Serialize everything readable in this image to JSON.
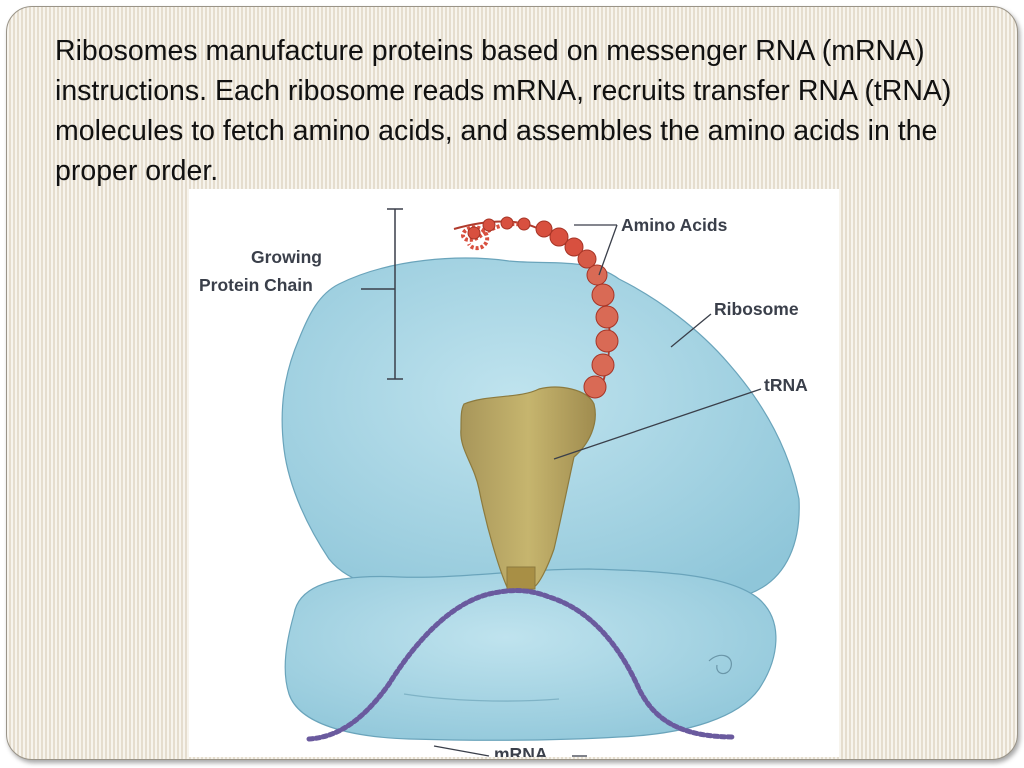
{
  "slide": {
    "paragraph": "Ribosomes manufacture proteins based on messenger RNA (mRNA) instructions. Each ribosome reads mRNA, recruits transfer RNA (tRNA) molecules to fetch amino acids, and assembles the amino acids in the proper order."
  },
  "diagram": {
    "labels": {
      "growing_line1": "Growing",
      "growing_line2": "Protein Chain",
      "amino_acids": "Amino Acids",
      "ribosome": "Ribosome",
      "trna": "tRNA",
      "mrna": "mRNA"
    },
    "colors": {
      "ribosome": "#a9d7e6",
      "trna": "#b6a45c",
      "amino_acid": "#d8503f",
      "mrna": "#6a5a9e",
      "label_text": "#3a3f4a"
    }
  }
}
